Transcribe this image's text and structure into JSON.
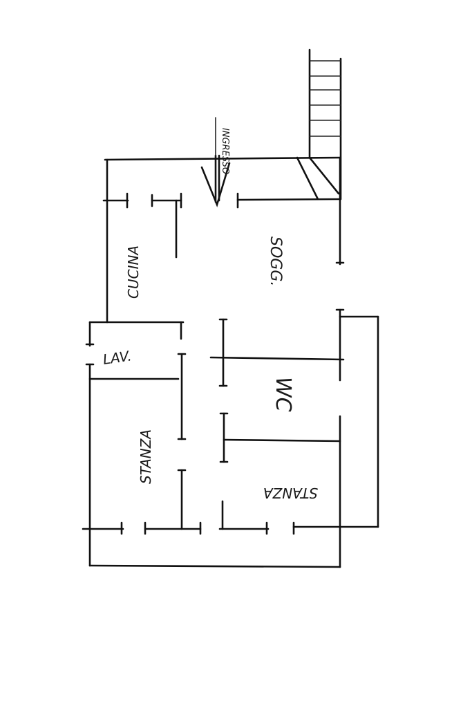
{
  "plan": {
    "rooms": {
      "cucina": "CUCINA",
      "sogg": "SOGG.",
      "lav": "LAV.",
      "wc": "WC",
      "stanza_left": "STANZA",
      "stanza_right": "STANZA"
    },
    "entrance_label": "INGRESSO"
  }
}
